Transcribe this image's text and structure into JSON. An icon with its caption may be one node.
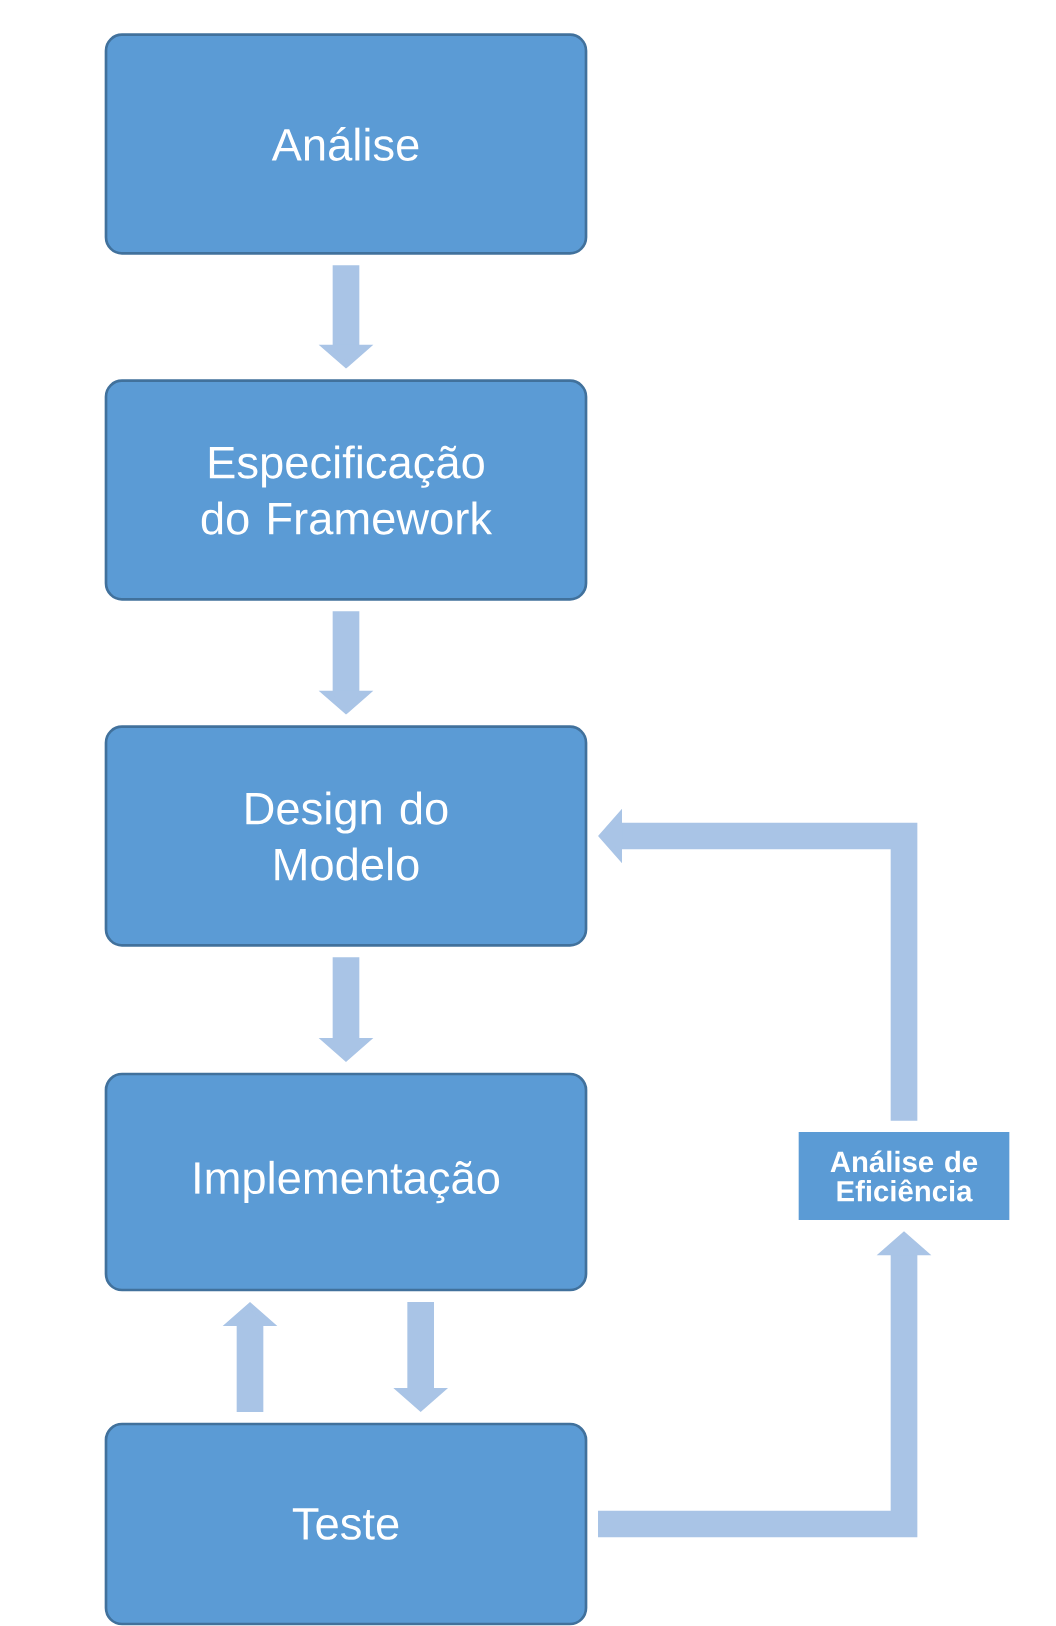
{
  "diagram": {
    "nodes": [
      {
        "text": [
          "Análise"
        ]
      },
      {
        "text": [
          "Especificação do Framework"
        ]
      },
      {
        "text": [
          "Design do Modelo"
        ]
      },
      {
        "text": [
          "Implementação"
        ]
      },
      {
        "text": [
          "Teste"
        ]
      },
      {
        "text": [
          "Análise de Eficiência"
        ]
      }
    ],
    "edges": [
      {
        "from": 0,
        "to": 1,
        "arrow": "to"
      },
      {
        "from": 1,
        "to": 2,
        "arrow": "to"
      },
      {
        "from": 2,
        "to": 3,
        "arrow": "to"
      },
      {
        "from": 3,
        "to": 4,
        "arrow": "to"
      },
      {
        "from": 4,
        "to": 3,
        "arrow": "to"
      },
      {
        "from": 4,
        "to": 5,
        "arrow": "to"
      },
      {
        "from": 5,
        "to": 2,
        "arrow": "to"
      }
    ]
  }
}
